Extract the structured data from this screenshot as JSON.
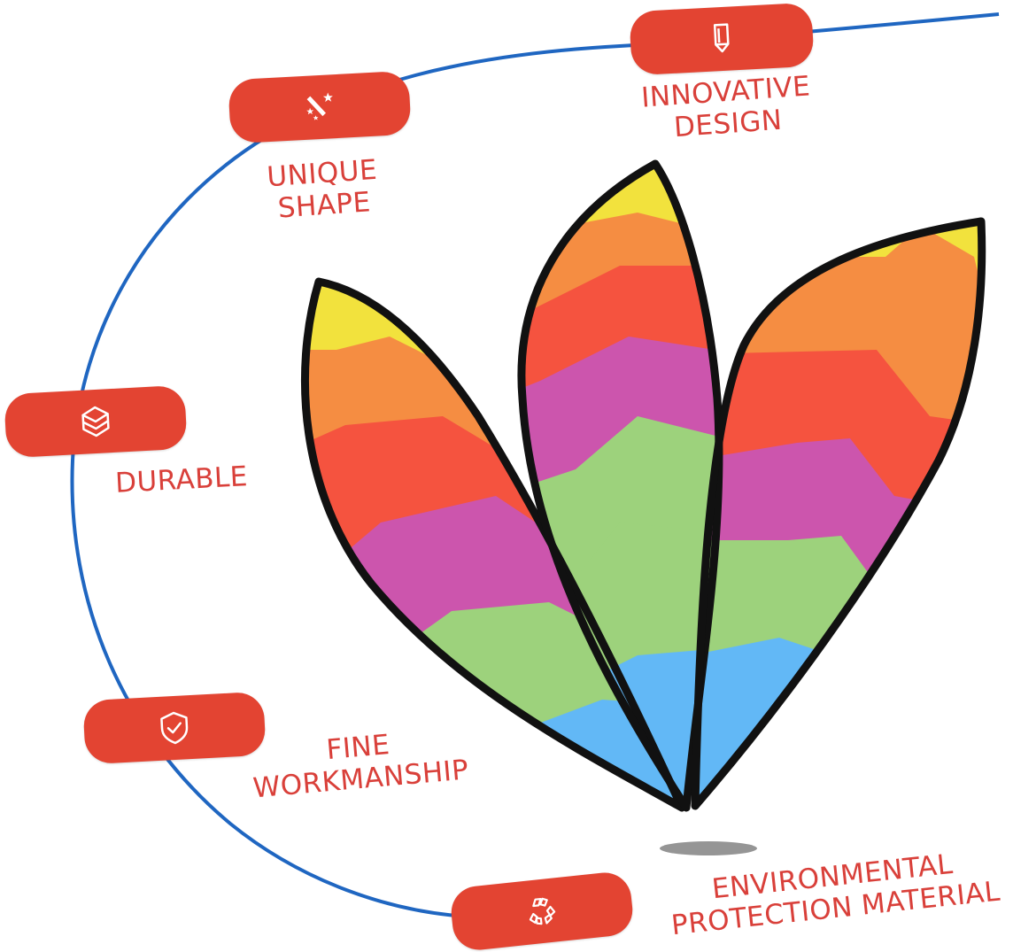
{
  "features": [
    {
      "id": "innovative-design",
      "icon": "pencil-icon",
      "lines": [
        "INNOVATIVE",
        "DESIGN"
      ]
    },
    {
      "id": "unique-shape",
      "icon": "magic-wand-icon",
      "lines": [
        "UNIQUE",
        "SHAPE"
      ]
    },
    {
      "id": "durable",
      "icon": "layers-icon",
      "lines": [
        "DURABLE"
      ]
    },
    {
      "id": "fine-workmanship",
      "icon": "shield-check-icon",
      "lines": [
        "FINE",
        "WORKMANSHIP"
      ]
    },
    {
      "id": "environmental-protection-material",
      "icon": "recycle-icon",
      "lines": [
        "ENVIRONMENTAL",
        "PROTECTION MATERIAL"
      ]
    }
  ],
  "colors": {
    "badge": "#e34432",
    "caption": "#d9403a",
    "line": "#1f66c1",
    "kite_outline": "#111111",
    "kite_bands": [
      "#f2e23d",
      "#f58d42",
      "#f5533f",
      "#cc55ad",
      "#9dd27c",
      "#62b8f6"
    ]
  }
}
